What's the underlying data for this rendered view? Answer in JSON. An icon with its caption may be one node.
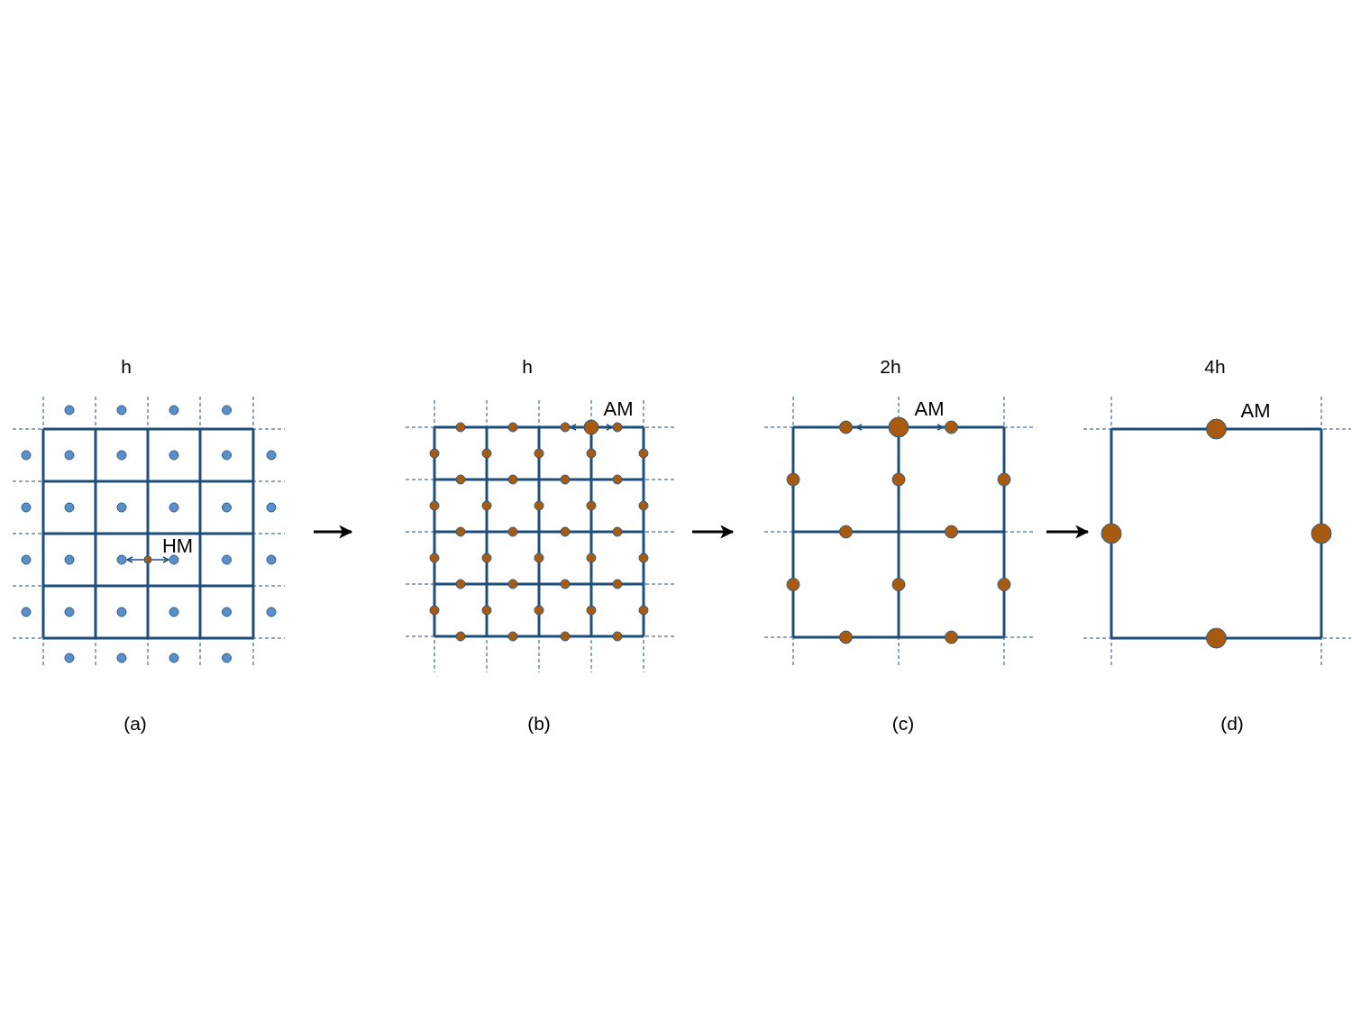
{
  "diagram": {
    "nodes": [
      {
        "text": [
          "h",
          "HM"
        ],
        "beside": [
          "(a)"
        ]
      },
      {
        "text": [
          "h",
          "AM"
        ],
        "beside": [
          "(b)"
        ]
      },
      {
        "text": [
          "2h",
          "AM"
        ],
        "beside": [
          "(c)"
        ]
      },
      {
        "text": [
          "4h",
          "AM"
        ],
        "beside": [
          "(d)"
        ]
      }
    ],
    "edges": [
      {
        "from": 0,
        "to": 1,
        "arrow": "to"
      },
      {
        "from": 1,
        "to": 2,
        "arrow": "to"
      },
      {
        "from": 2,
        "to": 3,
        "arrow": "to"
      }
    ]
  }
}
